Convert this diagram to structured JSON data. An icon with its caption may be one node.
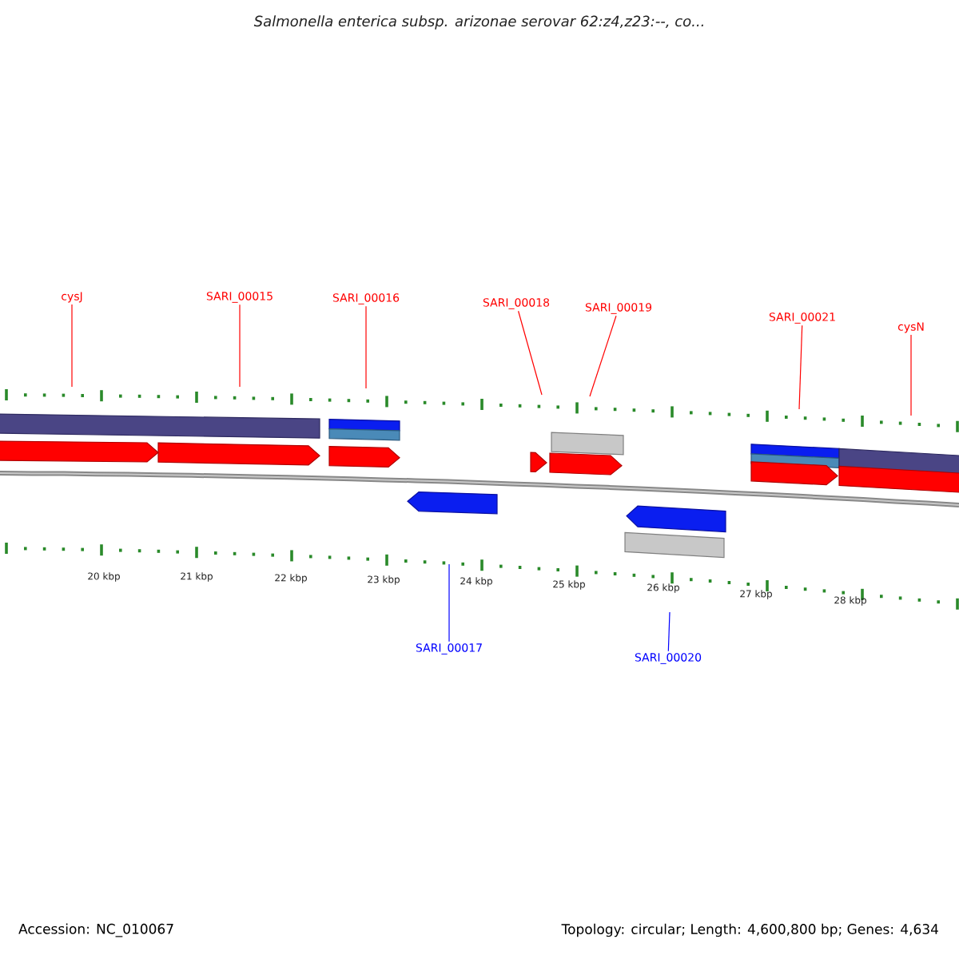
{
  "diagram": {
    "title": "*Salmonella enterica* subsp. *arizonae* serovar 62:z4,z23:--, co...",
    "nodes": [
      {
        "text": [
          "cysJ"
        ]
      },
      {
        "text": [
          "SARI_00015"
        ]
      },
      {
        "text": [
          "SARI_00016"
        ]
      },
      {
        "text": [
          "SARI_00018"
        ]
      },
      {
        "text": [
          "SARI_00019"
        ]
      },
      {
        "text": [
          "SARI_00021"
        ]
      },
      {
        "text": [
          "cysN"
        ]
      },
      {
        "text": [
          "SARI_00017"
        ]
      },
      {
        "text": [
          "SARI_00020"
        ]
      }
    ],
    "edges": [
      {
        "from": 0,
        "to": null,
        "arrow": "none"
      },
      {
        "from": 1,
        "to": null,
        "arrow": "none"
      },
      {
        "from": 2,
        "to": null,
        "arrow": "none"
      },
      {
        "from": 3,
        "to": null,
        "arrow": "none"
      },
      {
        "from": 4,
        "to": null,
        "arrow": "none"
      },
      {
        "from": 5,
        "to": null,
        "arrow": "none"
      },
      {
        "from": 6,
        "to": null,
        "arrow": "none"
      },
      {
        "from": 7,
        "to": null,
        "arrow": "none",
        "color": "#0000ff"
      },
      {
        "from": 8,
        "to": null,
        "arrow": "none",
        "color": "#0000ff"
      }
    ],
    "labels": [
      "20 kbp",
      "21 kbp",
      "22 kbp",
      "23 kbp",
      "24 kbp",
      "25 kbp",
      "26 kbp",
      "27 kbp",
      "28 kbp",
      "Accession: NC_010067",
      "Topology: circular; Length: 4,600,800 bp; Genes: 4,634"
    ]
  }
}
